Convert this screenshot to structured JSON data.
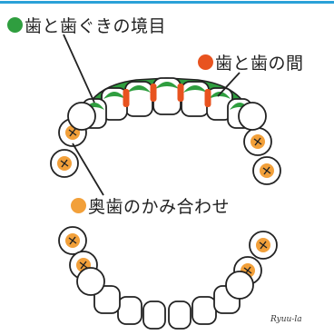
{
  "labels": {
    "gum_line": "歯と歯ぐきの境目",
    "between_teeth": "歯と歯の間",
    "molar_surface": "奥歯のかみ合わせ"
  },
  "colors": {
    "gum_line": "#2f9e3f",
    "between_teeth": "#e8531f",
    "molar_surface": "#f2a03a",
    "tooth_outline": "#222222",
    "top_rule": "#2aa1d8"
  },
  "signature": "Ryuu-la"
}
